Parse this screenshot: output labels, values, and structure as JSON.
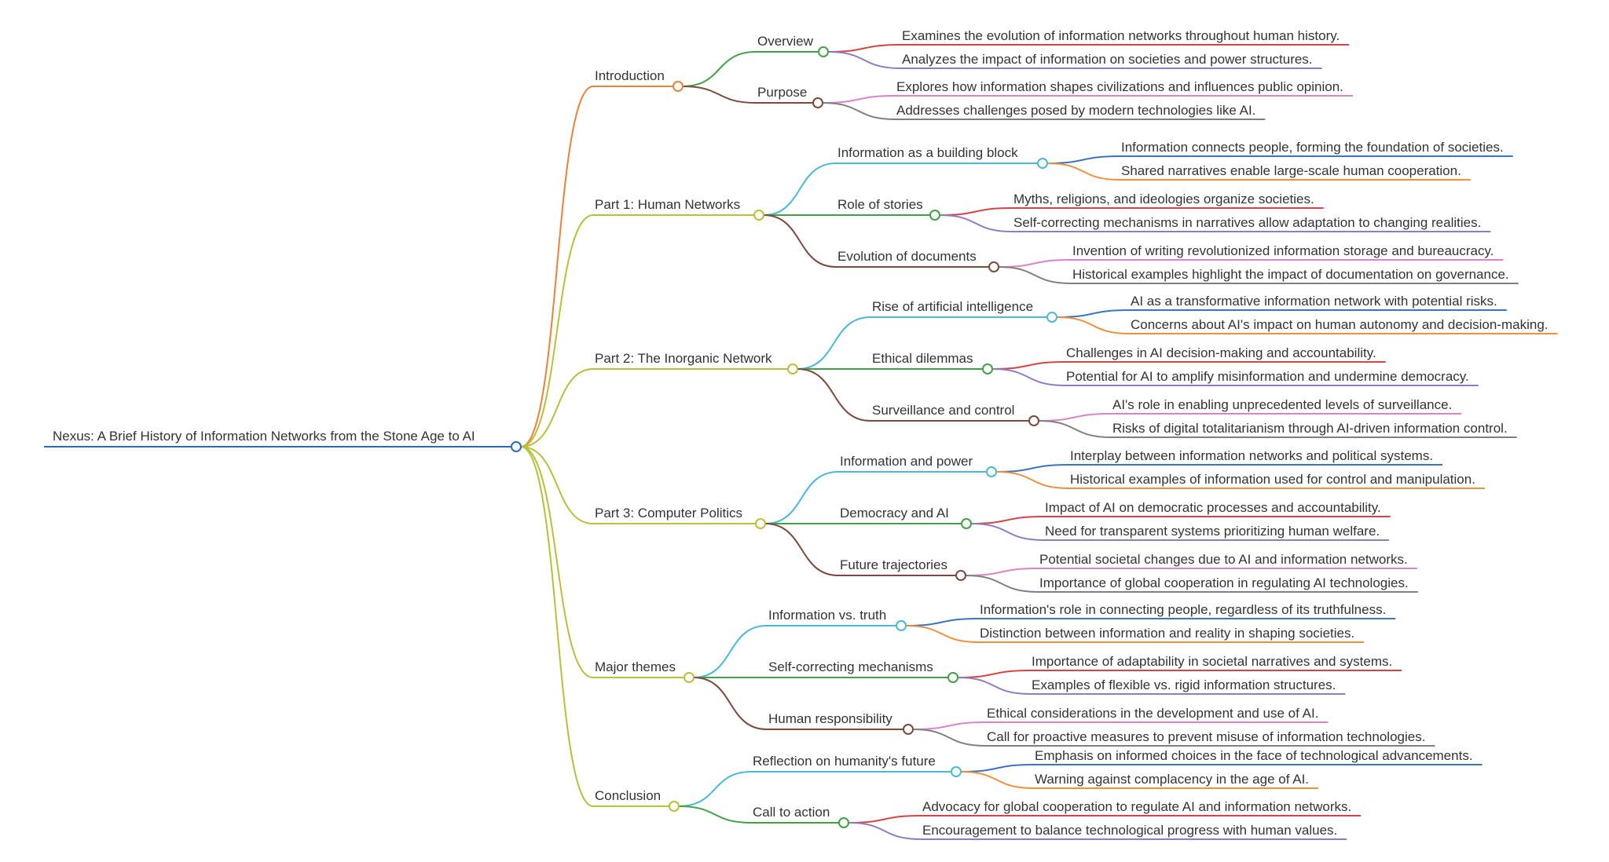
{
  "root": {
    "label": "Nexus: A Brief History of Information Networks from the Stone Age to AI",
    "color": "#2b6cb0"
  },
  "branches": [
    {
      "id": "introduction",
      "label": "Introduction",
      "color": "#e8833a",
      "children": [
        {
          "id": "overview",
          "label": "Overview",
          "color": "#43a047",
          "points": [
            {
              "text": "Examines the evolution of information networks throughout human history.",
              "color": "#d64545"
            },
            {
              "text": "Analyzes the impact of information on societies and power structures.",
              "color": "#8e7cc3"
            }
          ]
        },
        {
          "id": "purpose",
          "label": "Purpose",
          "color": "#7a4a3a",
          "points": [
            {
              "text": "Explores how information shapes civilizations and influences public opinion.",
              "color": "#d884c9"
            },
            {
              "text": "Addresses challenges posed by modern technologies like AI.",
              "color": "#7f7f7f"
            }
          ]
        }
      ]
    },
    {
      "id": "part1",
      "label": "Part 1: Human Networks",
      "color": "#b8bf3a",
      "children": [
        {
          "id": "building-block",
          "label": "Information as a building block",
          "color": "#4bb8d8",
          "points": [
            {
              "text": "Information connects people, forming the foundation of societies.",
              "color": "#3a73c4"
            },
            {
              "text": "Shared narratives enable large-scale human cooperation.",
              "color": "#f0903a"
            }
          ]
        },
        {
          "id": "role-of-stories",
          "label": "Role of stories",
          "color": "#43a047",
          "points": [
            {
              "text": "Myths, religions, and ideologies organize societies.",
              "color": "#d64545"
            },
            {
              "text": "Self-correcting mechanisms in narratives allow adaptation to changing realities.",
              "color": "#8e7cc3"
            }
          ]
        },
        {
          "id": "evolution-documents",
          "label": "Evolution of documents",
          "color": "#7a4a3a",
          "points": [
            {
              "text": "Invention of writing revolutionized information storage and bureaucracy.",
              "color": "#d884c9"
            },
            {
              "text": "Historical examples highlight the impact of documentation on governance.",
              "color": "#7f7f7f"
            }
          ]
        }
      ]
    },
    {
      "id": "part2",
      "label": "Part 2: The Inorganic Network",
      "color": "#b8bf3a",
      "children": [
        {
          "id": "rise-ai",
          "label": "Rise of artificial intelligence",
          "color": "#4bb8d8",
          "points": [
            {
              "text": "AI as a transformative information network with potential risks.",
              "color": "#3a73c4"
            },
            {
              "text": "Concerns about AI's impact on human autonomy and decision-making.",
              "color": "#f0903a"
            }
          ]
        },
        {
          "id": "ethical-dilemmas",
          "label": "Ethical dilemmas",
          "color": "#43a047",
          "points": [
            {
              "text": "Challenges in AI decision-making and accountability.",
              "color": "#d64545"
            },
            {
              "text": "Potential for AI to amplify misinformation and undermine democracy.",
              "color": "#8e7cc3"
            }
          ]
        },
        {
          "id": "surveillance",
          "label": "Surveillance and control",
          "color": "#7a4a3a",
          "points": [
            {
              "text": "AI's role in enabling unprecedented levels of surveillance.",
              "color": "#d884c9"
            },
            {
              "text": "Risks of digital totalitarianism through AI-driven information control.",
              "color": "#7f7f7f"
            }
          ]
        }
      ]
    },
    {
      "id": "part3",
      "label": "Part 3: Computer Politics",
      "color": "#b8bf3a",
      "children": [
        {
          "id": "info-power",
          "label": "Information and power",
          "color": "#4bb8d8",
          "points": [
            {
              "text": "Interplay between information networks and political systems.",
              "color": "#3a73c4"
            },
            {
              "text": "Historical examples of information used for control and manipulation.",
              "color": "#f0903a"
            }
          ]
        },
        {
          "id": "democracy-ai",
          "label": "Democracy and AI",
          "color": "#43a047",
          "points": [
            {
              "text": "Impact of AI on democratic processes and accountability.",
              "color": "#d64545"
            },
            {
              "text": "Need for transparent systems prioritizing human welfare.",
              "color": "#8e7cc3"
            }
          ]
        },
        {
          "id": "future-trajectories",
          "label": "Future trajectories",
          "color": "#7a4a3a",
          "points": [
            {
              "text": "Potential societal changes due to AI and information networks.",
              "color": "#d884c9"
            },
            {
              "text": "Importance of global cooperation in regulating AI technologies.",
              "color": "#7f7f7f"
            }
          ]
        }
      ]
    },
    {
      "id": "major-themes",
      "label": "Major themes",
      "color": "#b8bf3a",
      "children": [
        {
          "id": "info-vs-truth",
          "label": "Information vs. truth",
          "color": "#4bb8d8",
          "points": [
            {
              "text": "Information's role in connecting people, regardless of its truthfulness.",
              "color": "#3a73c4"
            },
            {
              "text": "Distinction between information and reality in shaping societies.",
              "color": "#f0903a"
            }
          ]
        },
        {
          "id": "self-correcting",
          "label": "Self-correcting mechanisms",
          "color": "#43a047",
          "points": [
            {
              "text": "Importance of adaptability in societal narratives and systems.",
              "color": "#d64545"
            },
            {
              "text": "Examples of flexible vs. rigid information structures.",
              "color": "#8e7cc3"
            }
          ]
        },
        {
          "id": "human-responsibility",
          "label": "Human responsibility",
          "color": "#7a4a3a",
          "points": [
            {
              "text": "Ethical considerations in the development and use of AI.",
              "color": "#d884c9"
            },
            {
              "text": "Call for proactive measures to prevent misuse of information technologies.",
              "color": "#7f7f7f"
            }
          ]
        }
      ]
    },
    {
      "id": "conclusion",
      "label": "Conclusion",
      "color": "#b8bf3a",
      "children": [
        {
          "id": "reflection",
          "label": "Reflection on humanity's future",
          "color": "#4bb8d8",
          "points": [
            {
              "text": "Emphasis on informed choices in the face of technological advancements.",
              "color": "#3a73c4"
            },
            {
              "text": "Warning against complacency in the age of AI.",
              "color": "#f0903a"
            }
          ]
        },
        {
          "id": "call-to-action",
          "label": "Call to action",
          "color": "#43a047",
          "points": [
            {
              "text": "Advocacy for global cooperation to regulate AI and information networks.",
              "color": "#d64545"
            },
            {
              "text": "Encouragement to balance technological progress with human values.",
              "color": "#8e7cc3"
            }
          ]
        }
      ]
    }
  ]
}
